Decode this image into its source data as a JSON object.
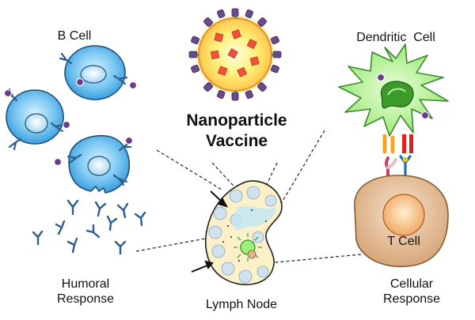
{
  "labels": {
    "b_cell": "B Cell",
    "dendritic_cell": "Dendritic  Cell",
    "vaccine_line1": "Nanoparticle",
    "vaccine_line2": "Vaccine",
    "t_cell": "T Cell",
    "humoral_line1": "Humoral",
    "humoral_line2": "Response",
    "lymph_node": "Lymph Node",
    "cellular_line1": "Cellular",
    "cellular_line2": "Response"
  },
  "colors": {
    "b_cell_fill": "#3aa6e8",
    "dendritic_fill": "#9ef07a",
    "t_cell_fill": "#e0b68a",
    "nanoparticle_core": "#fff27a",
    "nanoparticle_glow": "#ffd36a",
    "cargo": "#f2523a",
    "antigen": "#6b3a8c",
    "antibody": "#2c5d8f",
    "lymph_node_fill": "#fbf0c8"
  }
}
